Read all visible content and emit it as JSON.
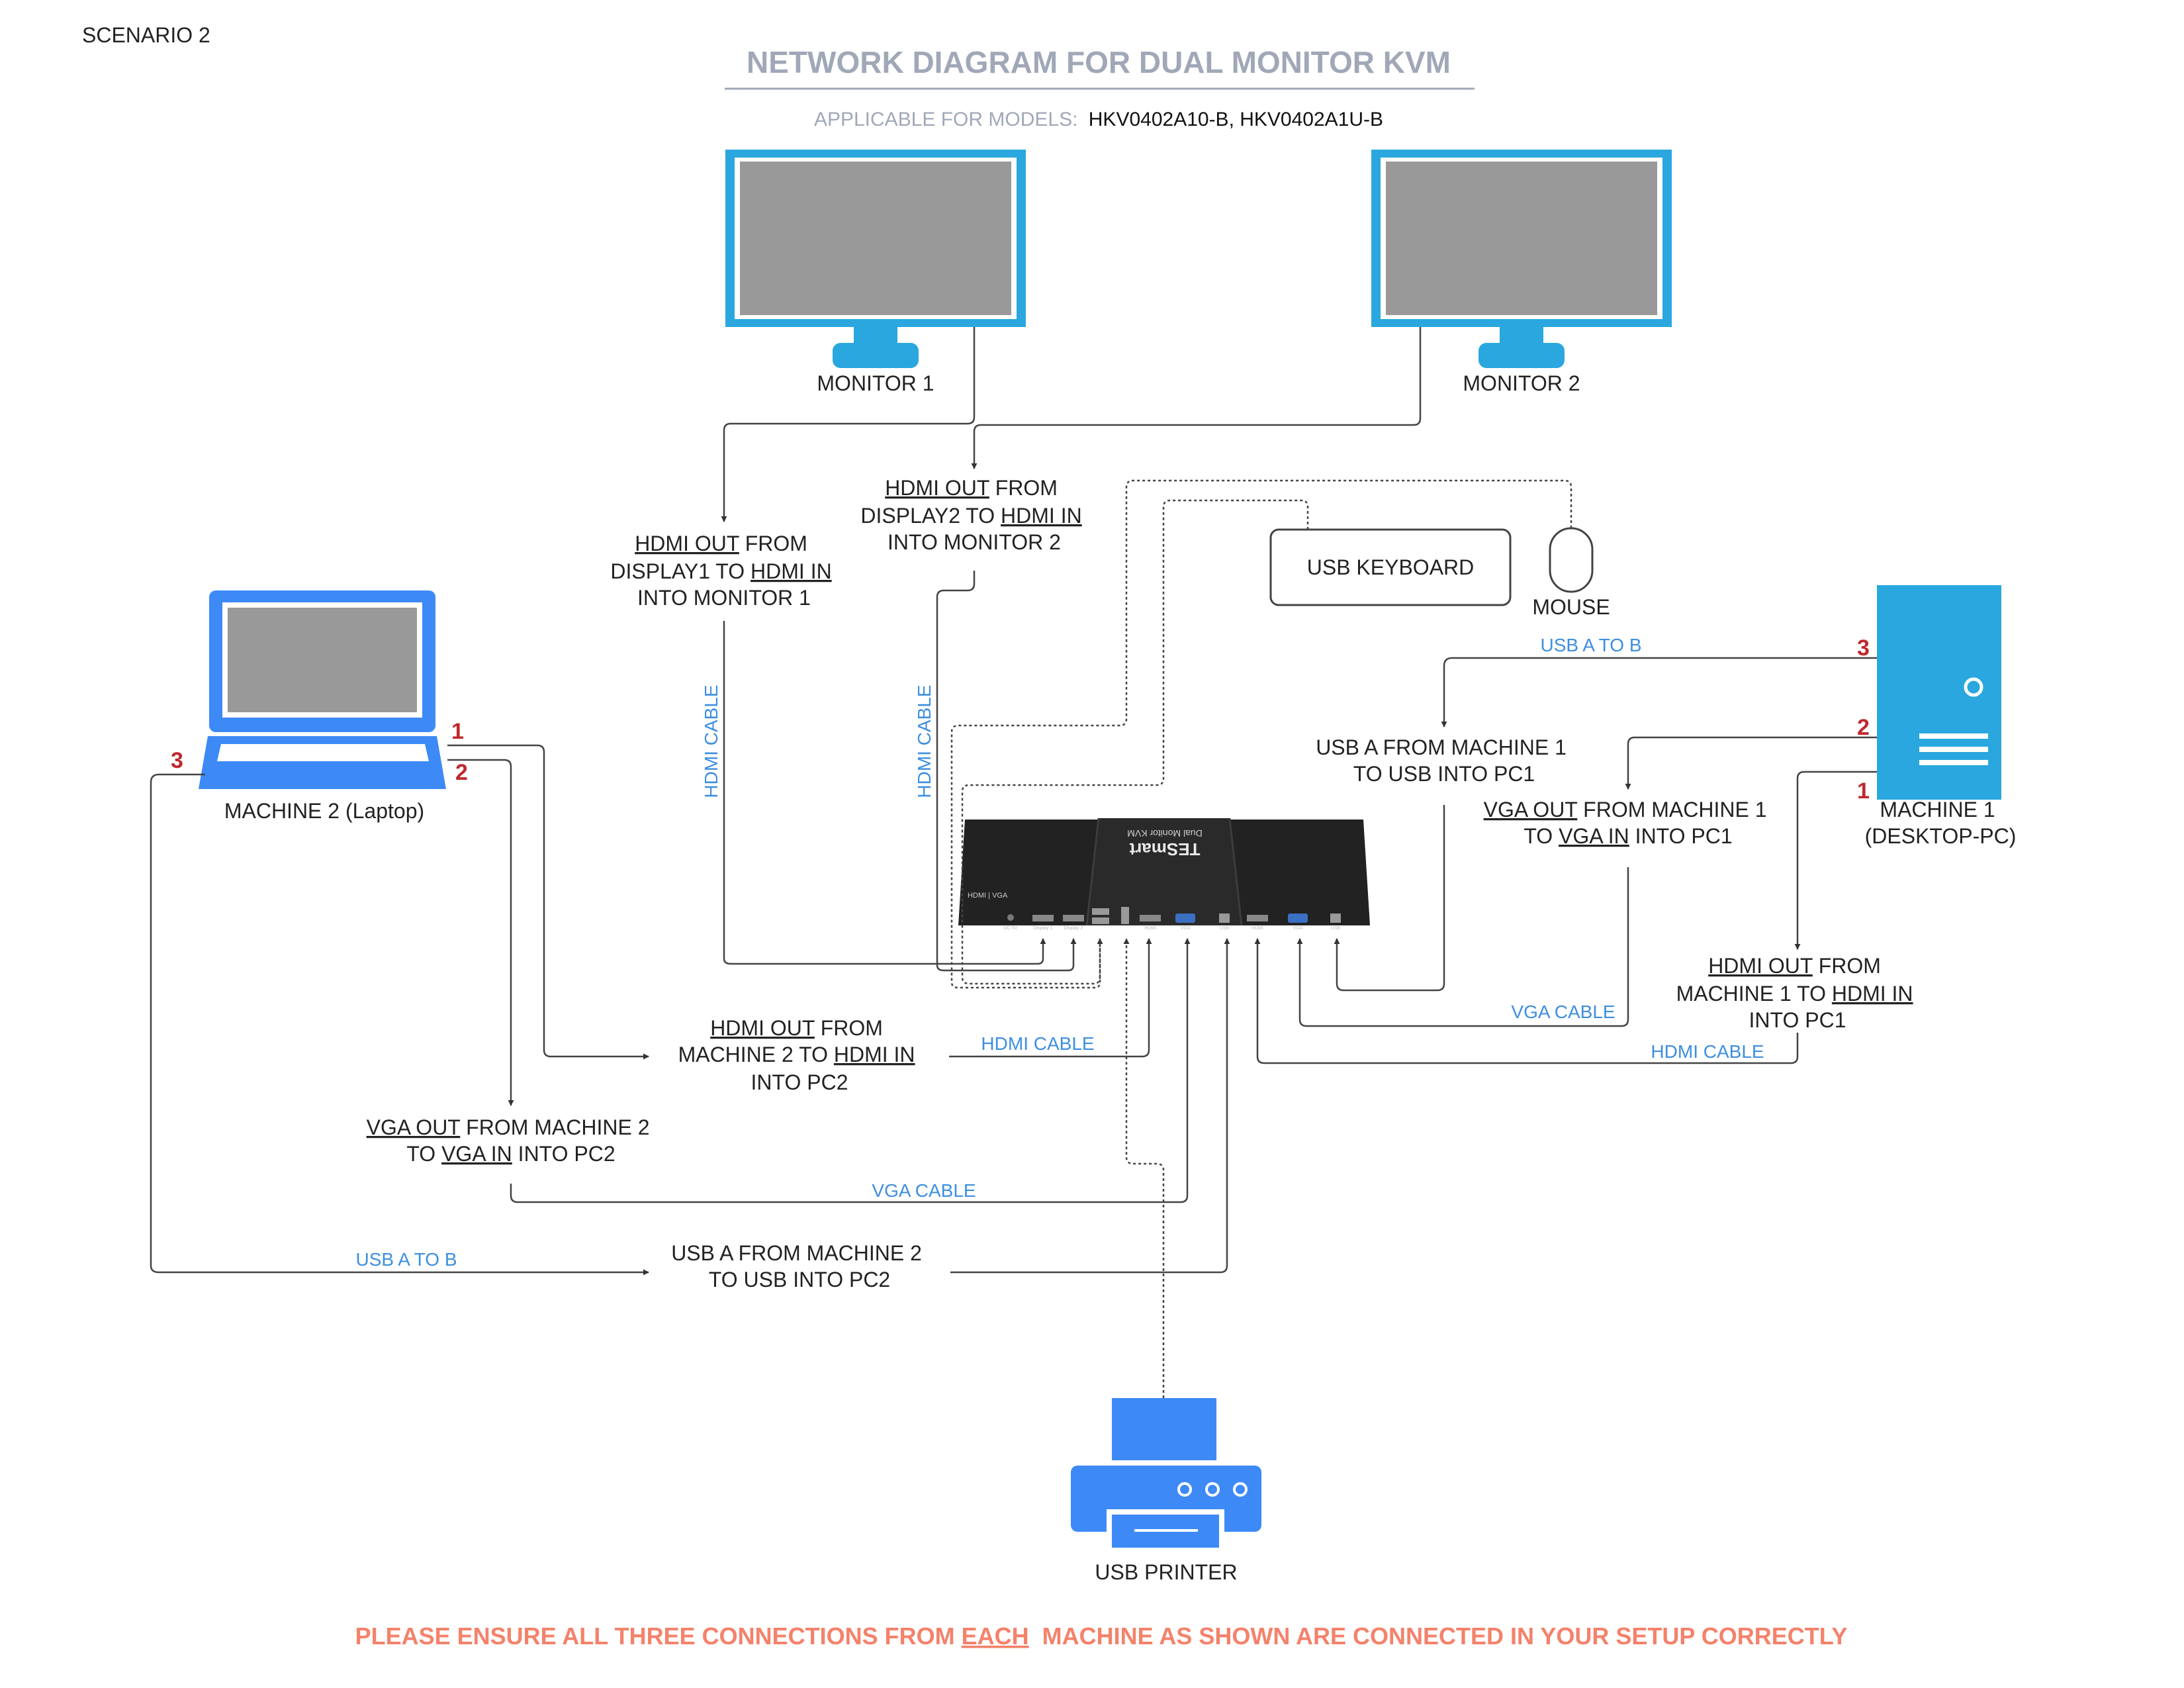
{
  "scenario": "SCENARIO 2",
  "title": "NETWORK DIAGRAM FOR DUAL MONITOR KVM",
  "models": {
    "prefix": "APPLICABLE FOR MODELS:",
    "list": "HKV0402A10-B, HKV0402A1U-B"
  },
  "devices": {
    "monitor1": "MONITOR 1",
    "monitor2": "MONITOR 2",
    "keyboard": "USB KEYBOARD",
    "mouse": "MOUSE",
    "laptop": "MACHINE 2 (Laptop)",
    "desktop": [
      "MACHINE 1",
      "(DESKTOP-PC)"
    ],
    "printer": "USB PRINTER",
    "kvm_brand": "TESmart",
    "kvm_model": "Dual Monitor KVM",
    "kvm_side": "HDMI | VGA"
  },
  "kvm_ports": [
    "DC 5V",
    "Display 1",
    "Display 2",
    "HDMI",
    "VGA",
    "USB",
    "HDMI",
    "VGA",
    "USB"
  ],
  "port_numbers": {
    "laptop": [
      "1",
      "2",
      "3"
    ],
    "desktop": [
      "3",
      "2",
      "1"
    ]
  },
  "connections": {
    "hdmi_d1": {
      "pre": "",
      "u1": "HDMI OUT",
      "mid1": " FROM",
      "line2a": "DISPLAY1 TO ",
      "u2": "HDMI IN",
      "line3": "INTO MONITOR 1"
    },
    "hdmi_d2": {
      "u1": "HDMI OUT",
      "mid1": " FROM",
      "line2a": "DISPLAY2 TO ",
      "u2": "HDMI IN",
      "line3": "INTO MONITOR 2"
    },
    "usb_m1": [
      "USB A FROM MACHINE 1",
      "TO USB INTO PC1"
    ],
    "vga_m1": {
      "u1": "VGA OUT",
      "mid1": " FROM MACHINE 1",
      "line2a": "TO ",
      "u2": "VGA IN",
      "line2b": " INTO PC1"
    },
    "hdmi_m1": {
      "u1": "HDMI OUT",
      "mid1": " FROM",
      "line2a": "MACHINE 1 TO ",
      "u2": "HDMI IN",
      "line3": "INTO PC1"
    },
    "hdmi_m2": {
      "u1": "HDMI OUT",
      "mid1": " FROM",
      "line2a": "MACHINE 2 TO ",
      "u2": "HDMI IN",
      "line3": "INTO PC2"
    },
    "vga_m2": {
      "u1": "VGA OUT",
      "mid1": " FROM MACHINE 2",
      "line2a": "TO ",
      "u2": "VGA IN",
      "line2b": " INTO PC2"
    },
    "usb_m2": [
      "USB A FROM MACHINE 2",
      "TO USB INTO PC2"
    ]
  },
  "cable_labels": {
    "hdmi_vertical_1": "HDMI CABLE",
    "hdmi_vertical_2": "HDMI CABLE",
    "usb_ab_m1": "USB A TO B",
    "vga_m1": "VGA CABLE",
    "hdmi_m1": "HDMI CABLE",
    "hdmi_m2": "HDMI CABLE",
    "vga_m2": "VGA CABLE",
    "usb_ab_m2": "USB A TO B"
  },
  "warning": {
    "pre": "PLEASE ENSURE ALL THREE CONNECTIONS FROM ",
    "underlined": "EACH",
    "post": "  MACHINE AS SHOWN ARE CONNECTED IN YOUR SETUP CORRECTLY"
  },
  "colors": {
    "device_blue": "#2aa7de",
    "laptop_blue": "#3d8af7",
    "screen_gray": "#999999",
    "cable_label_blue": "#3d8fe0",
    "port_number_red": "#c0282d",
    "warning_salmon": "#f4826b",
    "title_gray": "#a0a8b8"
  }
}
